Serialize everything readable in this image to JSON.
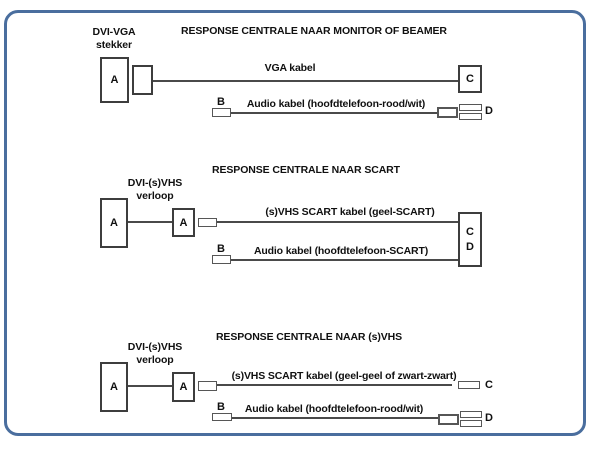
{
  "frame": {
    "border_color": "#4a6e9e",
    "background": "#ffffff"
  },
  "sections": [
    {
      "title": "RESPONSE CENTRALE NAAR MONITOR OF BEAMER",
      "adapter_line1": "DVI-VGA",
      "adapter_line2": "stekker",
      "source_box": "A",
      "video_cable": "VGA kabel",
      "video_end": "C",
      "audio_plug": "B",
      "audio_cable": "Audio kabel (hoofdtelefoon-rood/wit)",
      "audio_end": "D"
    },
    {
      "title": "RESPONSE CENTRALE NAAR SCART",
      "adapter_line1": "DVI-(s)VHS",
      "adapter_line2": "verloop",
      "source_box": "A",
      "adapter_box": "A",
      "video_cable": "(s)VHS SCART kabel (geel-SCART)",
      "audio_plug": "B",
      "audio_cable": "Audio kabel (hoofdtelefoon-SCART)",
      "end_box_line1": "C",
      "end_box_line2": "D"
    },
    {
      "title": "RESPONSE CENTRALE NAAR (s)VHS",
      "adapter_line1": "DVI-(s)VHS",
      "adapter_line2": "verloop",
      "source_box": "A",
      "adapter_box": "A",
      "video_cable": "(s)VHS SCART kabel (geel-geel of zwart-zwart)",
      "video_end": "C",
      "audio_plug": "B",
      "audio_cable": "Audio kabel (hoofdtelefoon-rood/wit)",
      "audio_end": "D"
    }
  ]
}
